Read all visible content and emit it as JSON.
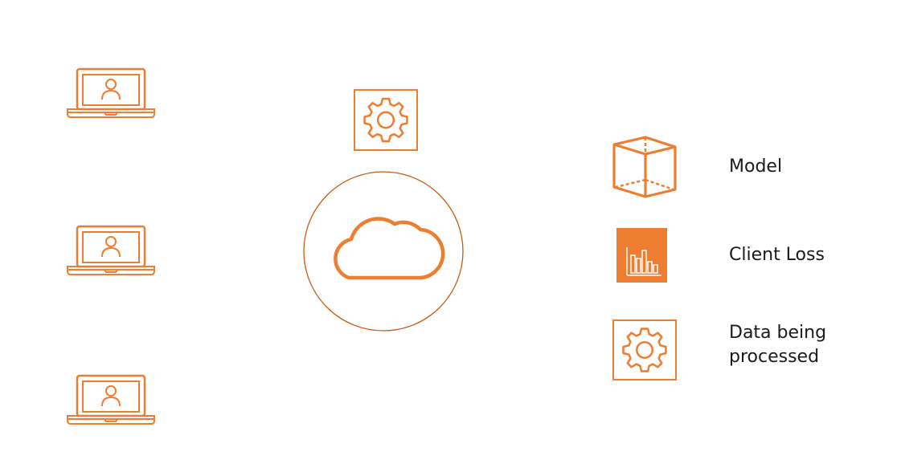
{
  "colors": {
    "accent": "#ED7D31",
    "cloud_ring": "#C55A11",
    "label_text": "#1a1a1a",
    "background": "#ffffff"
  },
  "clients": [
    {
      "icon": "laptop-user-icon"
    },
    {
      "icon": "laptop-user-icon"
    },
    {
      "icon": "laptop-user-icon"
    }
  ],
  "server": {
    "icon": "cloud-icon",
    "status_icon": "gear-icon"
  },
  "legend": {
    "items": [
      {
        "icon": "cube-icon",
        "label": "Model"
      },
      {
        "icon": "bar-chart-icon",
        "label": "Client Loss"
      },
      {
        "icon": "gear-icon",
        "label_line1": "Data being",
        "label_line2": "processed"
      }
    ]
  }
}
